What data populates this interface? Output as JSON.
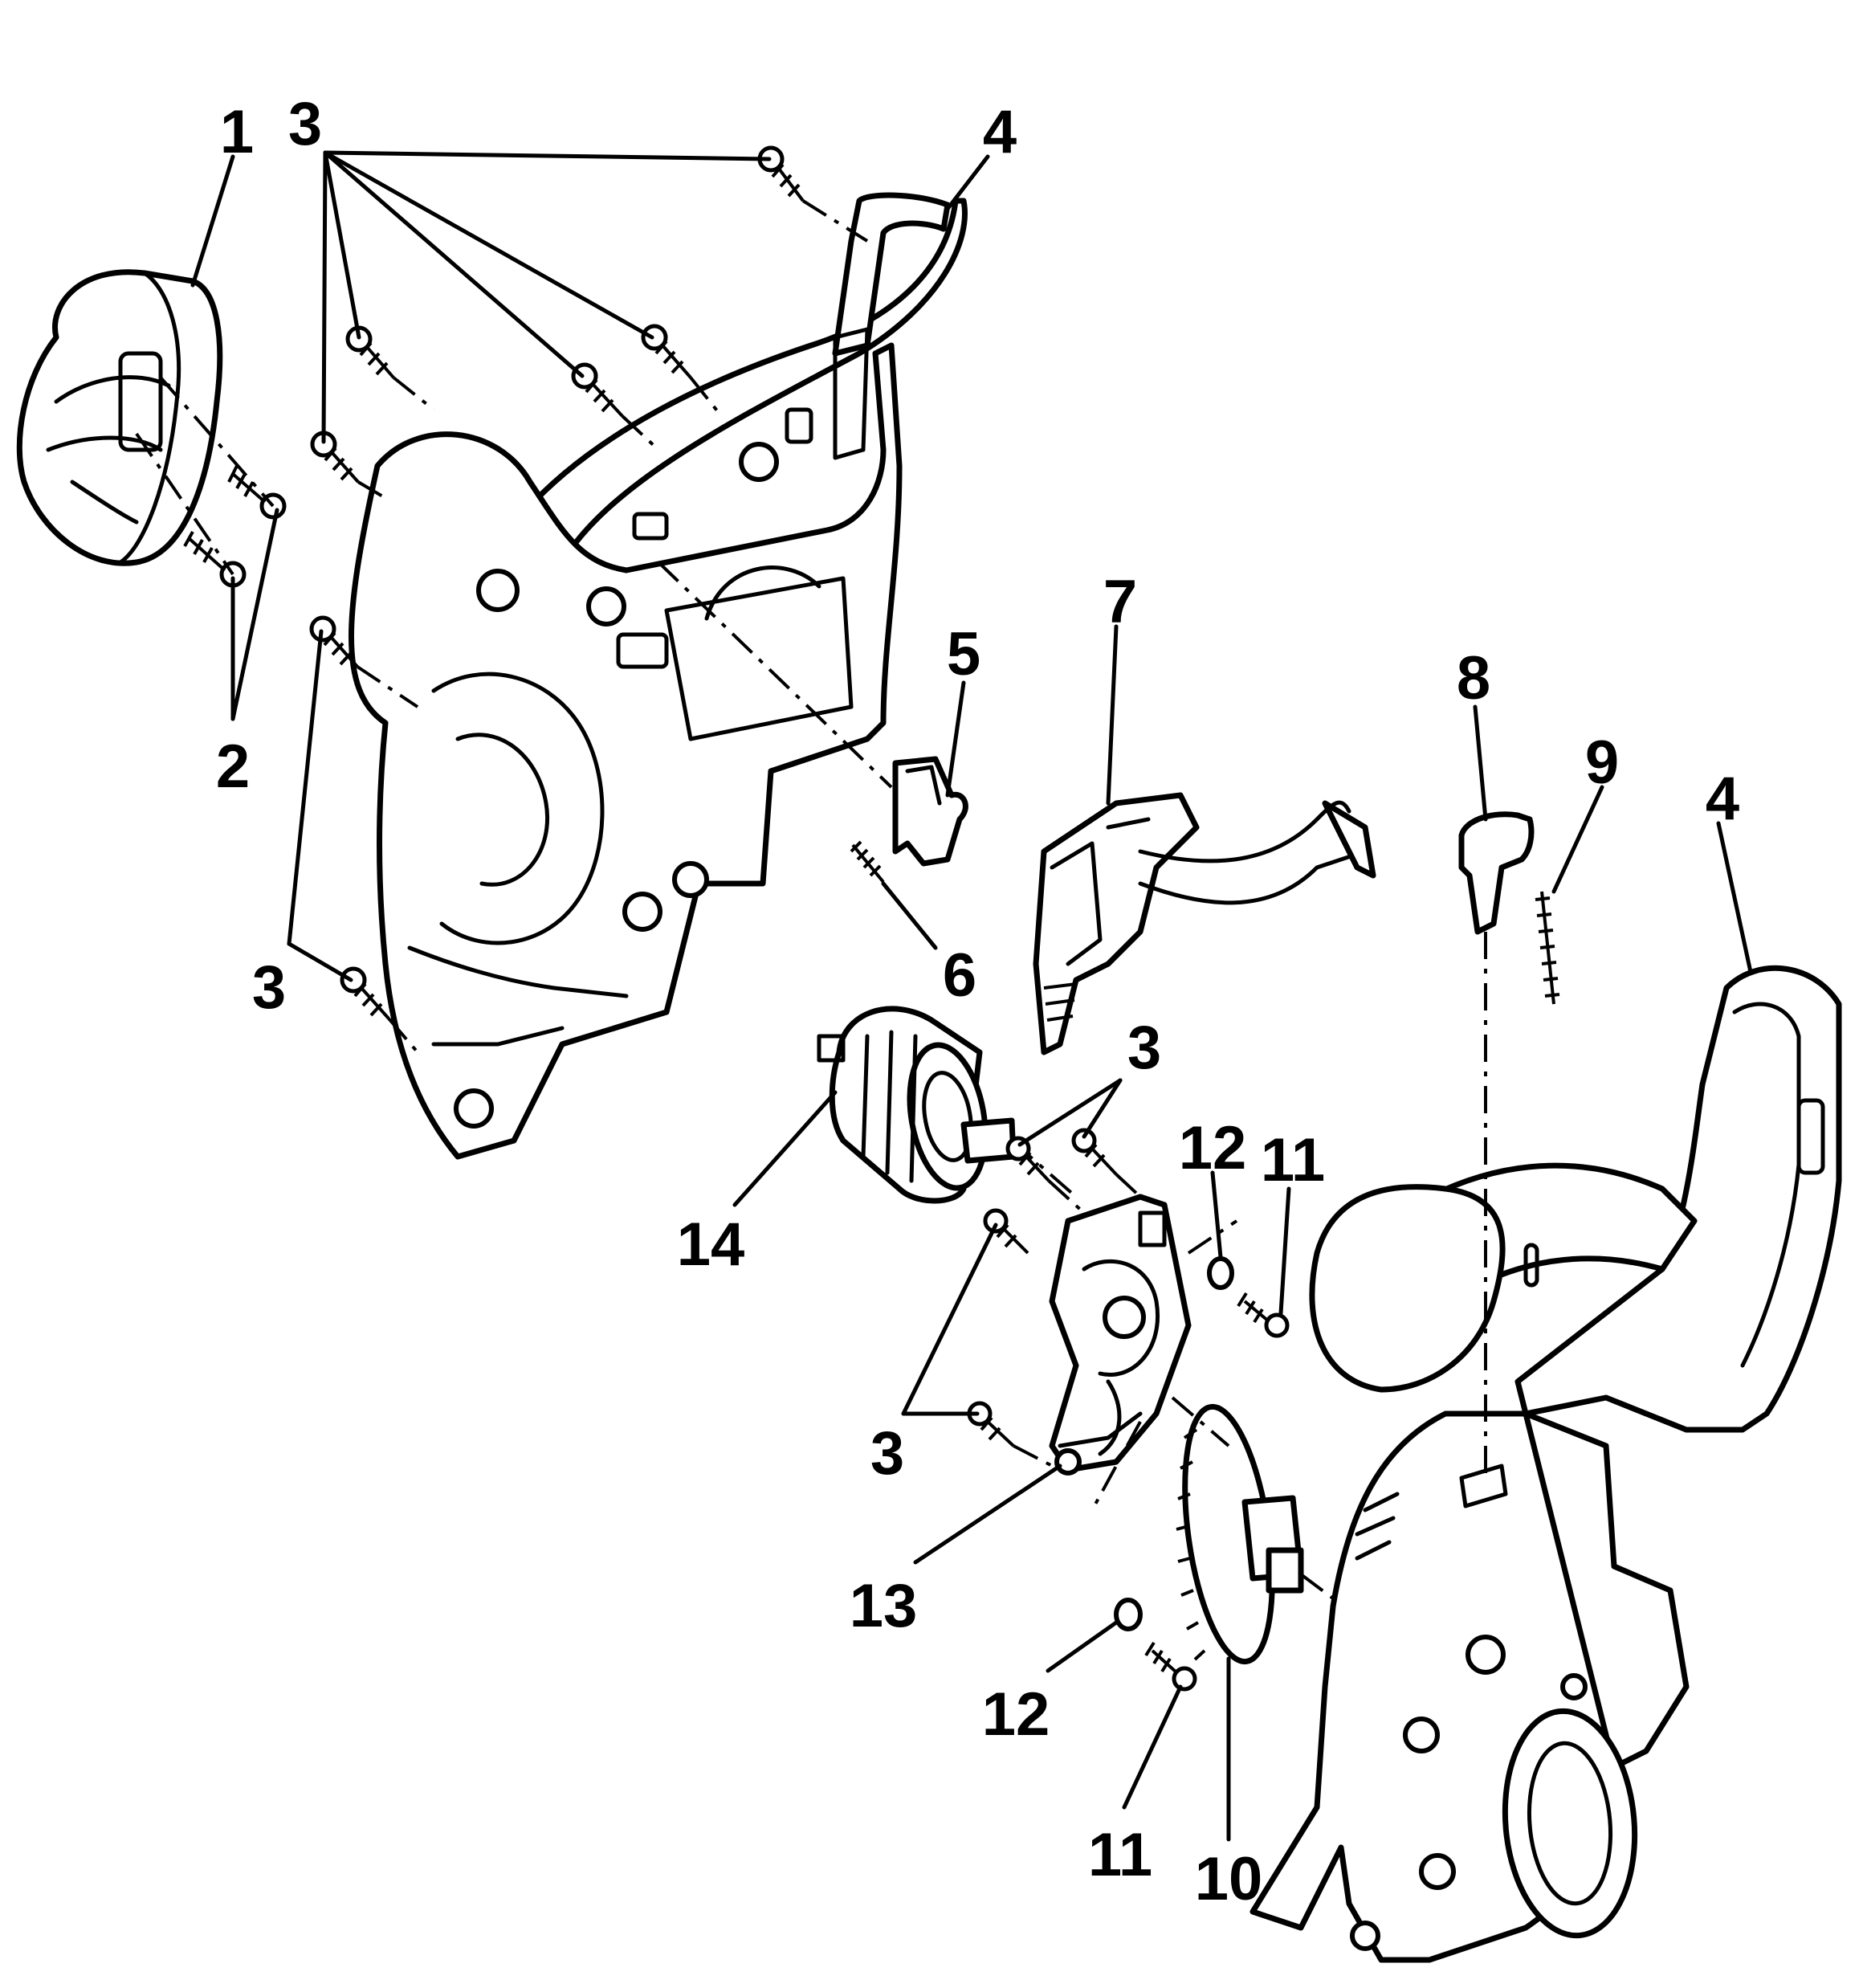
{
  "labels": {
    "l1": "1",
    "l2": "2",
    "l3_top": "3",
    "l3_left_low": "3",
    "l3_center": "3",
    "l3_lower_center": "3",
    "l4_top": "4",
    "l4_right": "4",
    "l5": "5",
    "l6": "6",
    "l7": "7",
    "l8": "8",
    "l9": "9",
    "l10": "10",
    "l11_upper": "11",
    "l11_lower": "11",
    "l12_upper": "12",
    "l12_lower": "12",
    "l13": "13",
    "l14": "14"
  },
  "colors": {
    "line": "#000000",
    "background": "#ffffff"
  }
}
